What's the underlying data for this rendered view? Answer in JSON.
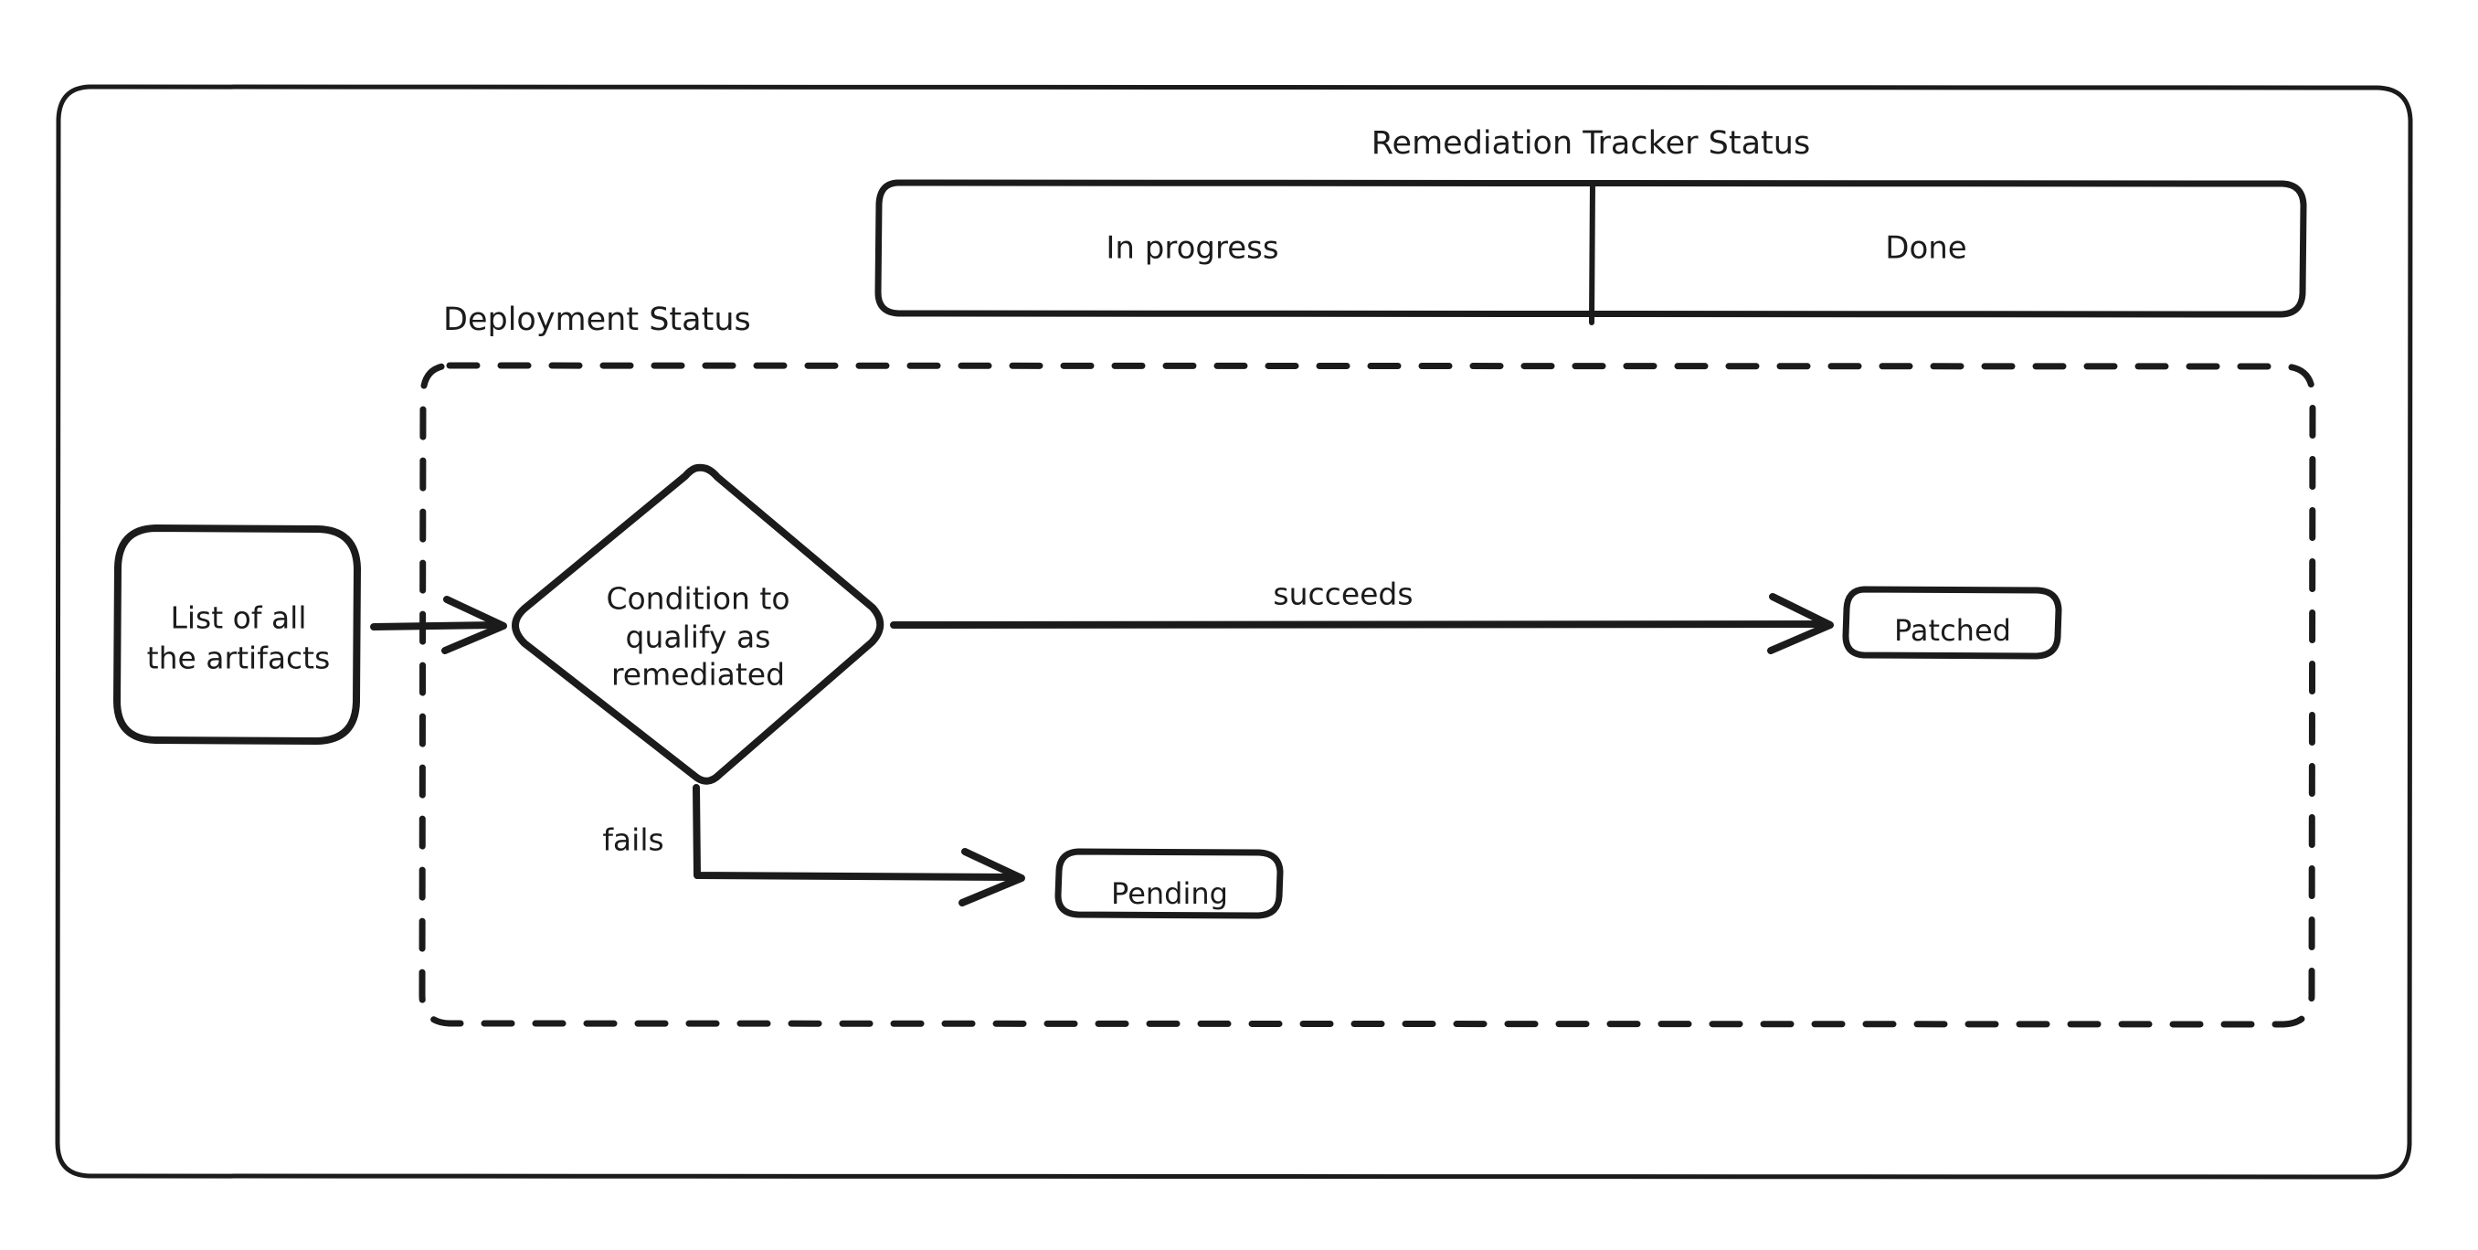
{
  "diagram": {
    "title": "Remediation Tracker Status",
    "background_color": "#ffffff",
    "stroke_color": "#1b1b1b",
    "style": "hand-drawn flowchart",
    "lanes": {
      "label": "Remediation Tracker Status",
      "cells": [
        {
          "label": "In progress"
        },
        {
          "label": "Done"
        }
      ]
    },
    "group": {
      "label": "Deployment Status",
      "border": "dashed"
    },
    "nodes": [
      {
        "id": "artifacts",
        "label": "List of all the artifacts",
        "shape": "rounded-rect",
        "lines": [
          "List of all",
          "the artifacts"
        ]
      },
      {
        "id": "condition",
        "label": "Condition to qualify as remediated",
        "shape": "diamond",
        "lines": [
          "Condition to",
          "qualify as",
          "remediated"
        ]
      },
      {
        "id": "patched",
        "label": "Patched",
        "shape": "rounded-rect"
      },
      {
        "id": "pending",
        "label": "Pending",
        "shape": "rounded-rect"
      }
    ],
    "edges": [
      {
        "id": "edge-artifacts-condition",
        "from": "artifacts",
        "to": "condition",
        "label": ""
      },
      {
        "id": "edge-condition-patched",
        "from": "condition",
        "to": "patched",
        "label": "succeeds"
      },
      {
        "id": "edge-condition-pending",
        "from": "condition",
        "to": "pending",
        "label": "fails"
      }
    ]
  }
}
